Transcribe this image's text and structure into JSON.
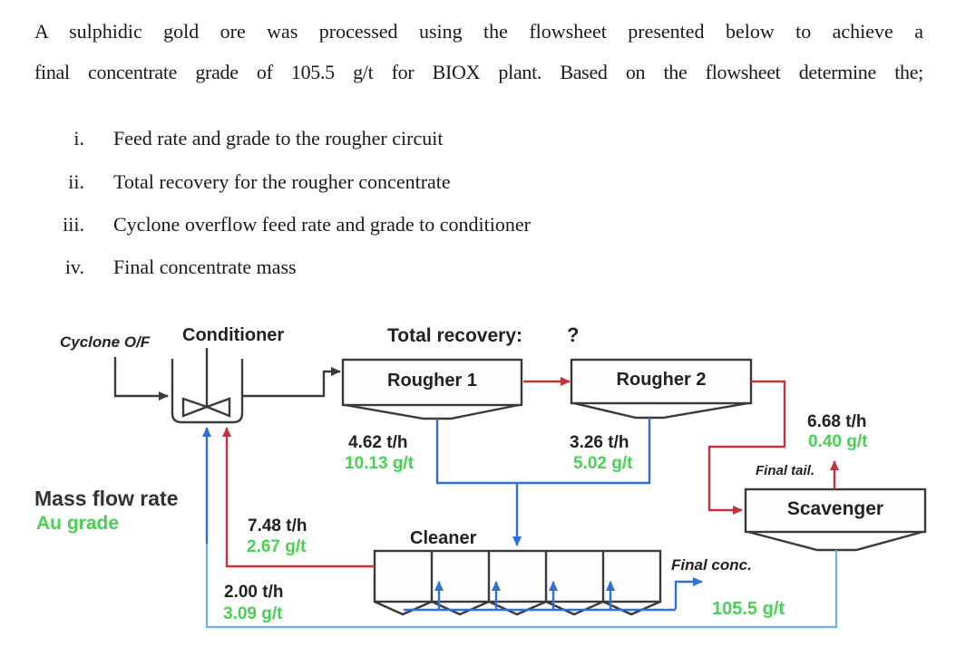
{
  "document": {
    "paragraph": [
      "A sulphidic gold ore was processed using the flowsheet presented below to achieve a",
      "final concentrate grade of 105.5 g/t for BIOX plant. Based on the flowsheet determine the;"
    ],
    "list": [
      {
        "num": "i.",
        "text": "Feed rate and grade to the rougher circuit"
      },
      {
        "num": "ii.",
        "text": "Total recovery for the rougher concentrate"
      },
      {
        "num": "iii.",
        "text": "Cyclone overflow feed rate and grade to conditioner"
      },
      {
        "num": "iv.",
        "text": "Final concentrate mass"
      }
    ]
  },
  "diagram": {
    "legend": {
      "mass": "Mass flow rate",
      "grade": "Au grade"
    },
    "labels": {
      "cyclone_feed": "Cyclone O/F",
      "conditioner": "Conditioner",
      "total_recovery": "Total recovery:",
      "total_recovery_value": "?",
      "rougher1": "Rougher 1",
      "rougher2": "Rougher 2",
      "cleaner": "Cleaner",
      "scavenger": "Scavenger",
      "final_tail": "Final tail.",
      "final_conc": "Final conc."
    },
    "streams": {
      "rougher1_conc": {
        "rate": "4.62 t/h",
        "grade": "10.13 g/t"
      },
      "rougher2_conc": {
        "rate": "3.26 t/h",
        "grade": "5.02 g/t"
      },
      "cleaner_tail": {
        "rate": "7.48 t/h",
        "grade": "2.67 g/t"
      },
      "scavenger_conc": {
        "rate": "2.00 t/h",
        "grade": "3.09 g/t"
      },
      "final_tail": {
        "rate": "6.68 t/h",
        "grade": "0.40 g/t"
      },
      "final_conc": {
        "grade": "105.5 g/t"
      }
    },
    "colors": {
      "tails_line": "#c2333c",
      "concentrate_line": "#2e6fd8",
      "recycle_line_light": "#6fb0e8",
      "grade_text": "#47d254",
      "diagram_line": "#3a3a3a"
    }
  }
}
